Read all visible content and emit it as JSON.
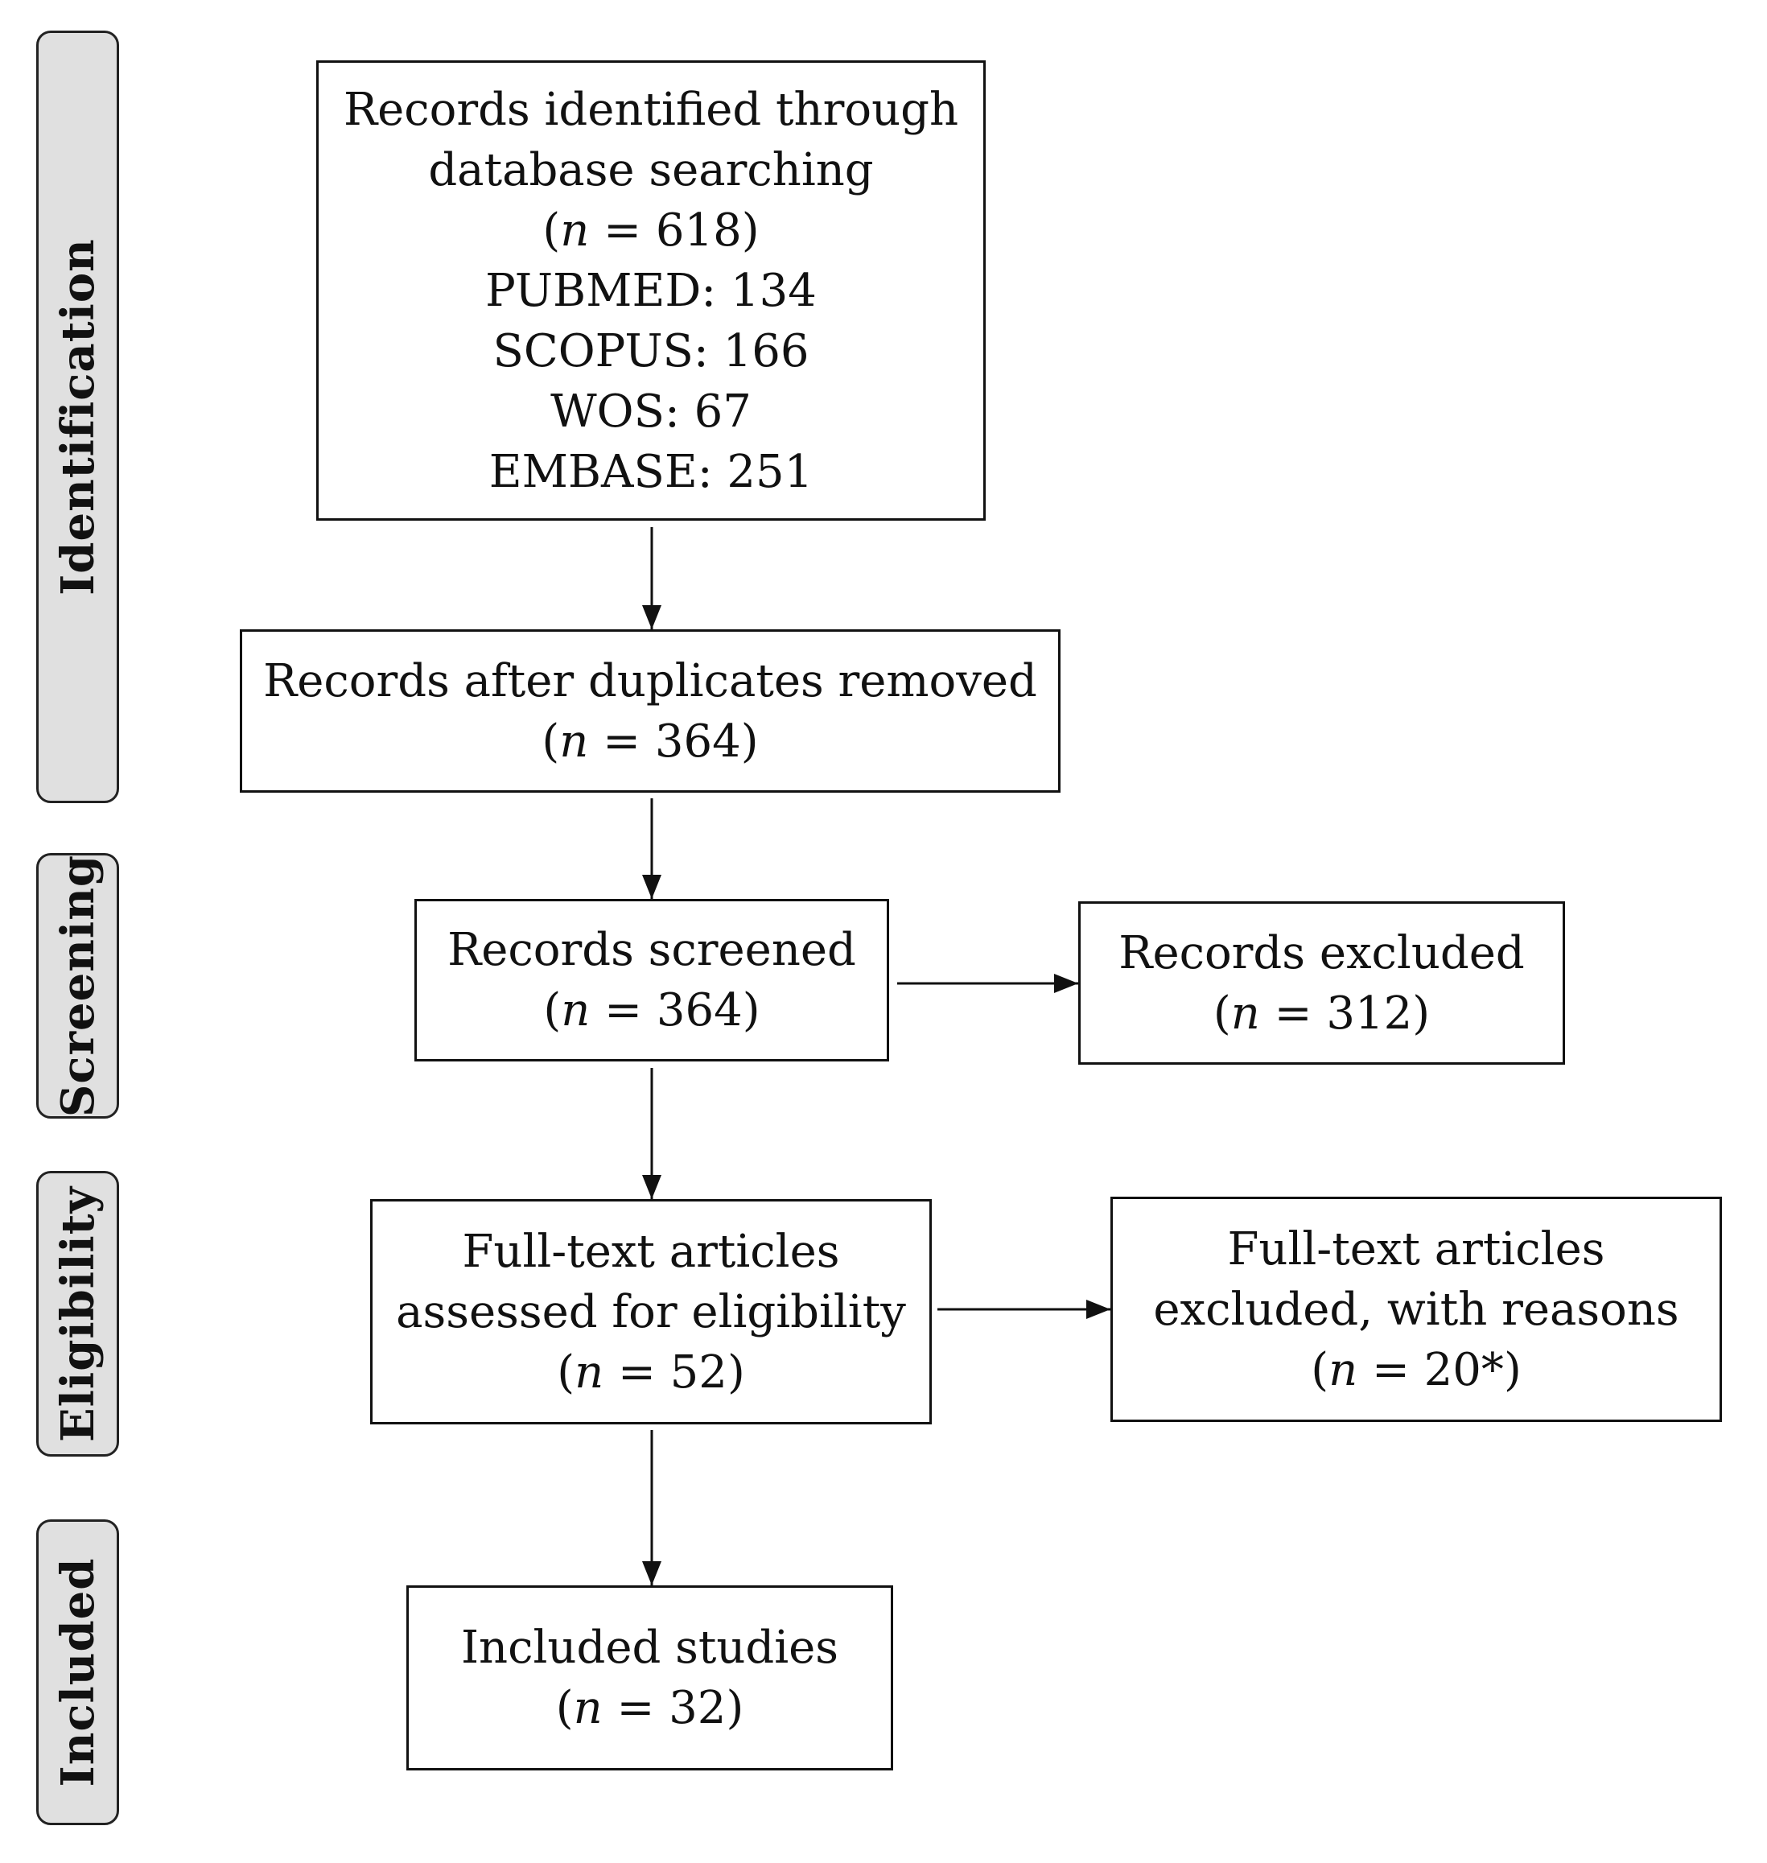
{
  "phases": {
    "identification": "Identification",
    "screening": "Screening",
    "eligibility": "Eligibility",
    "included": "Included"
  },
  "boxes": {
    "identified": {
      "lines": [
        "Records identified through",
        "database searching"
      ],
      "n_var": "n",
      "n_value": "= 618",
      "sources": [
        "PUBMED: 134",
        "SCOPUS: 166",
        "WOS: 67",
        "EMBASE: 251"
      ]
    },
    "deduplicated": {
      "lines": [
        "Records after duplicates removed"
      ],
      "n_var": "n",
      "n_value": "= 364"
    },
    "screened": {
      "lines": [
        "Records screened"
      ],
      "n_var": "n",
      "n_value": "= 364"
    },
    "excluded": {
      "lines": [
        "Records excluded"
      ],
      "n_var": "n",
      "n_value": "= 312"
    },
    "fulltext_assessed": {
      "lines": [
        "Full-text articles",
        "assessed for eligibility"
      ],
      "n_var": "n",
      "n_value": "= 52"
    },
    "fulltext_excluded": {
      "lines": [
        "Full-text articles",
        "excluded, with reasons"
      ],
      "n_var": "n",
      "n_value": "= 20*"
    },
    "included": {
      "lines": [
        "Included studies"
      ],
      "n_var": "n",
      "n_value": "= 32"
    }
  }
}
